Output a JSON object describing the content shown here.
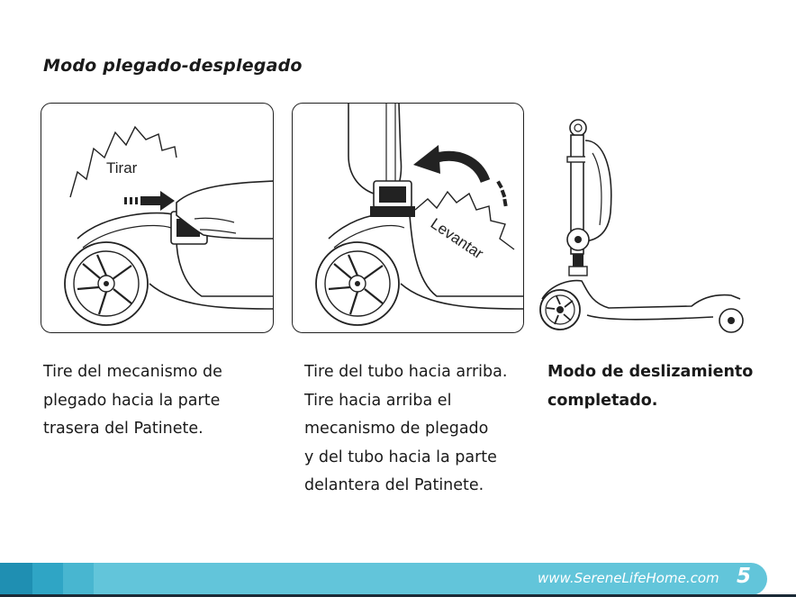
{
  "heading": "Modo plegado-desplegado",
  "panel1": {
    "label": "Tirar"
  },
  "panel2": {
    "label": "Levantar"
  },
  "captions": {
    "step1": [
      "Tire del mecanismo de",
      "plegado hacia la parte",
      "trasera del Patinete."
    ],
    "step2": [
      "Tire del tubo hacia arriba.",
      "Tire hacia arriba el",
      "mecanismo de plegado",
      "y del tubo hacia la parte",
      "delantera del Patinete."
    ],
    "step3": [
      "Modo de deslizamiento",
      "completado."
    ]
  },
  "footer": {
    "website": "www.SereneLifeHome.com",
    "page_number": "5"
  },
  "colors": {
    "footer_band": "#62c5da",
    "footer_dark": "#1b2a36",
    "ink": "#1a1a1a"
  }
}
